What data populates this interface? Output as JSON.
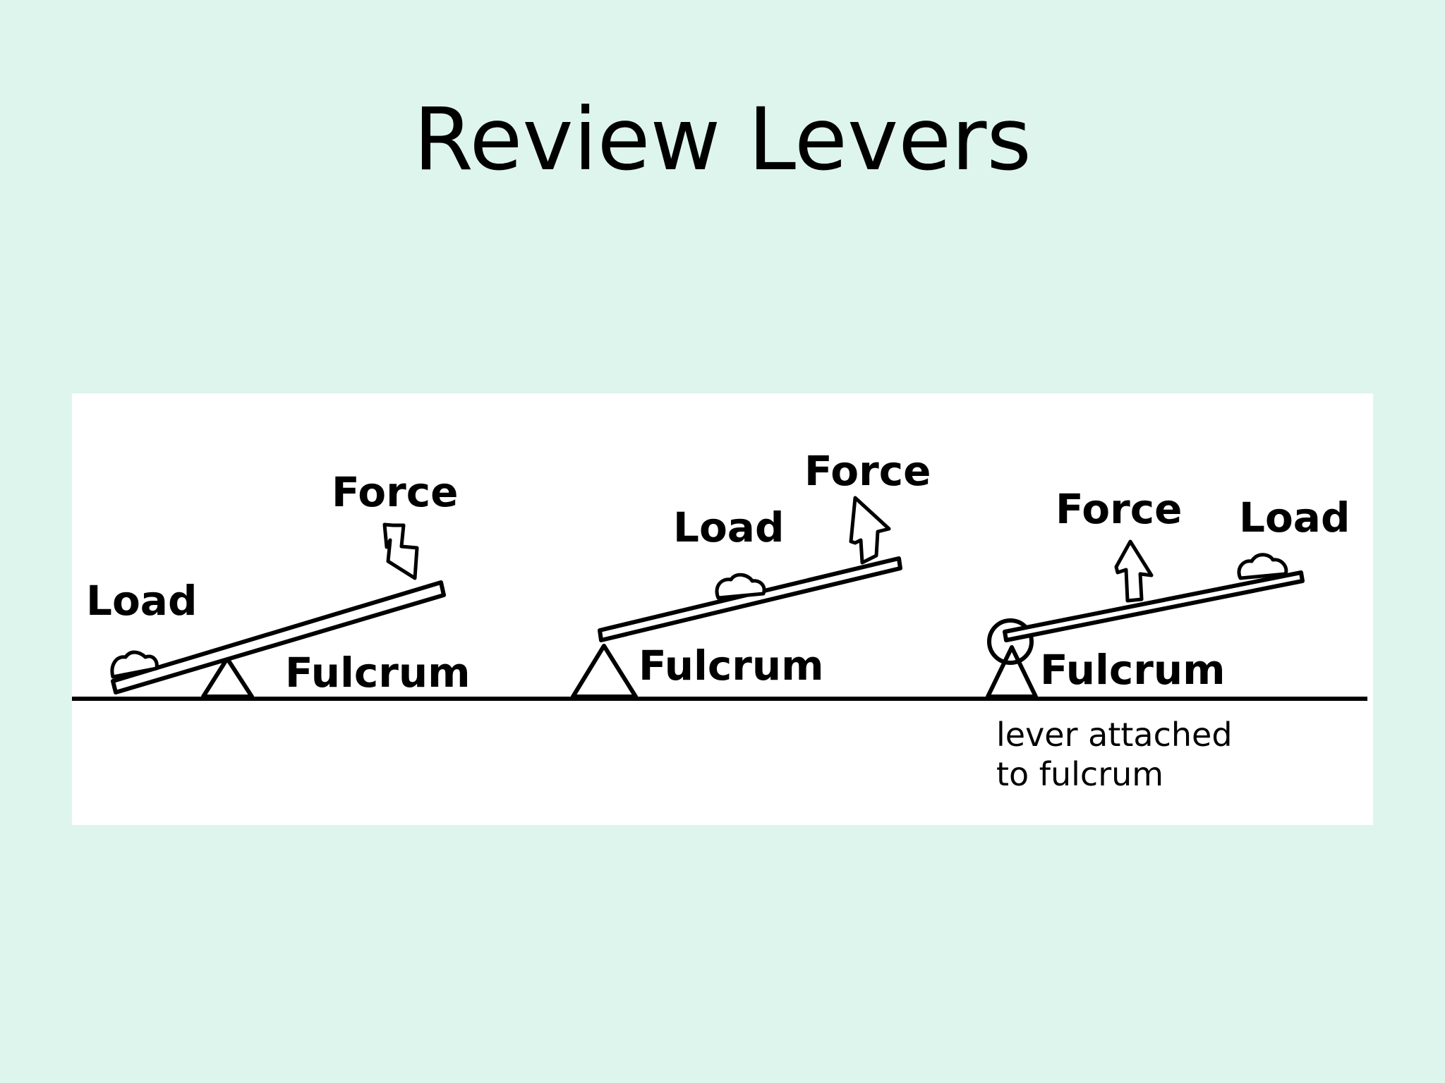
{
  "slide": {
    "title": "Review Levers"
  },
  "diagram": {
    "levers": [
      {
        "load_label": "Load",
        "force_label": "Force",
        "fulcrum_label": "Fulcrum"
      },
      {
        "load_label": "Load",
        "force_label": "Force",
        "fulcrum_label": "Fulcrum"
      },
      {
        "load_label": "Load",
        "force_label": "Force",
        "fulcrum_label": "Fulcrum",
        "note_lines": [
          "lever attached",
          "to fulcrum"
        ]
      }
    ]
  }
}
